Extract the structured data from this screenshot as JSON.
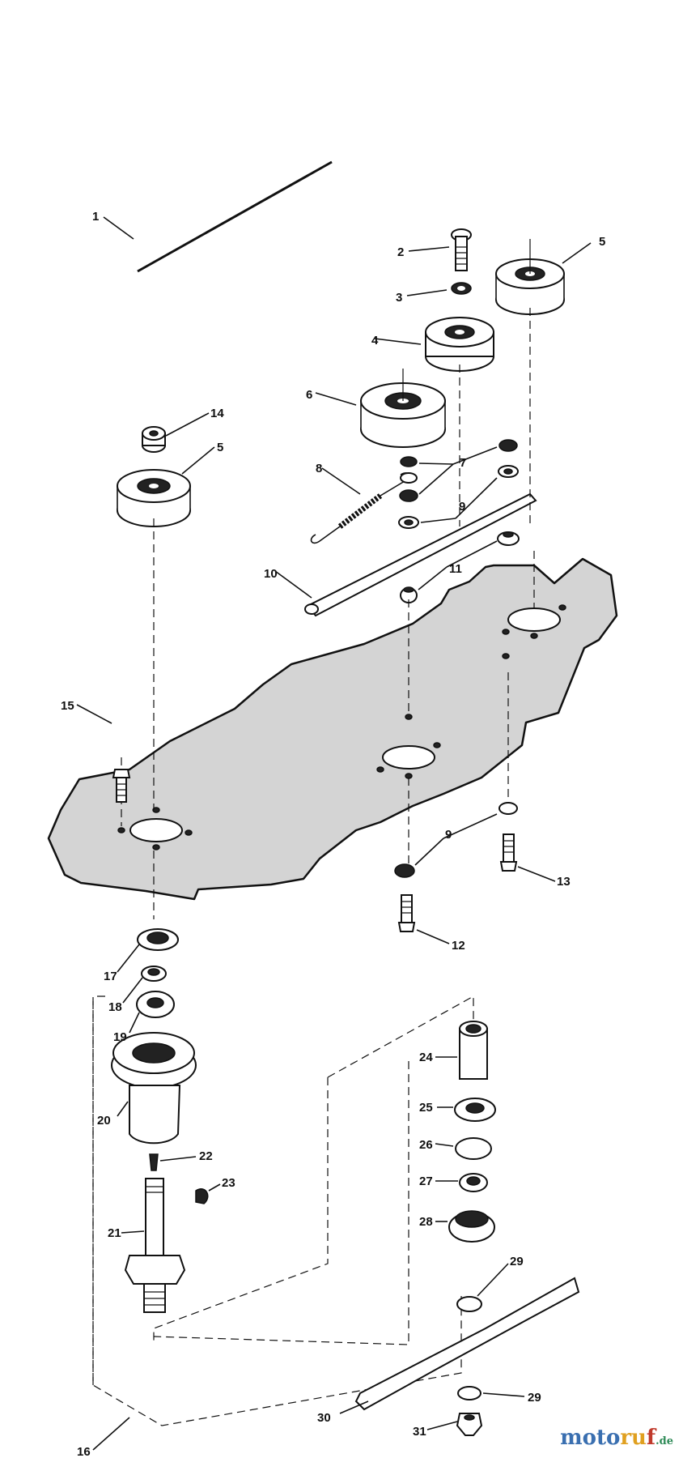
{
  "labels": {
    "l1": "1",
    "l2": "2",
    "l3": "3",
    "l4": "4",
    "l5a": "5",
    "l5b": "5",
    "l6": "6",
    "l7": "7",
    "l8": "8",
    "l9a": "9",
    "l9b": "9",
    "l10": "10",
    "l11": "11",
    "l12": "12",
    "l13": "13",
    "l14": "14",
    "l15": "15",
    "l16": "16",
    "l17": "17",
    "l18": "18",
    "l19": "19",
    "l20": "20",
    "l21": "21",
    "l22": "22",
    "l23": "23",
    "l24": "24",
    "l25": "25",
    "l26": "26",
    "l27": "27",
    "l28": "28",
    "l29a": "29",
    "l29b": "29",
    "l30": "30",
    "l31": "31"
  },
  "watermark": {
    "part1": "moto",
    "part2": "ru",
    "part3": "f",
    "suffix": ".de"
  }
}
